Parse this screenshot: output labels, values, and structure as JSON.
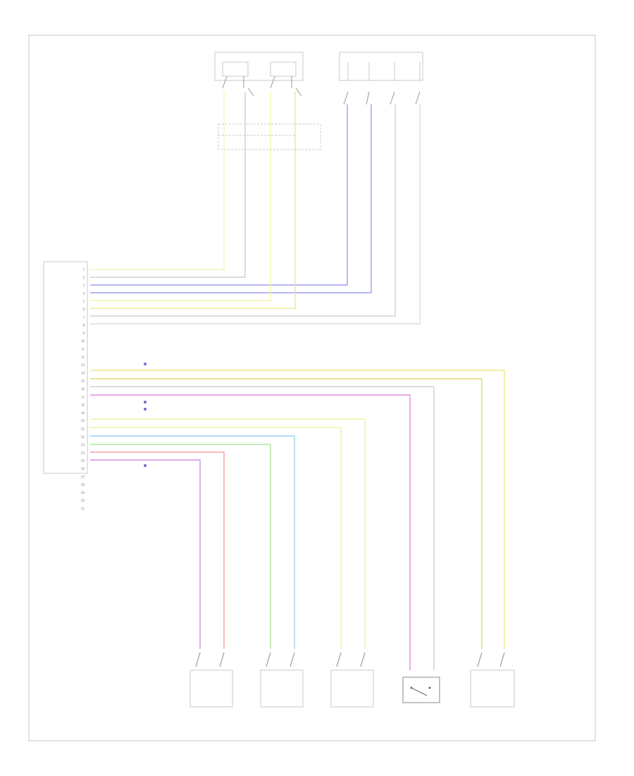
{
  "diagram": {
    "footer_code": "",
    "module_label": [
      "",
      "",
      "",
      "",
      ""
    ],
    "pin_numbers": [
      "1",
      "2",
      "3",
      "4",
      "5",
      "6",
      "7",
      "8",
      "9",
      "10",
      "11",
      "12",
      "13",
      "14",
      "15",
      "16",
      "17",
      "18",
      "19",
      "20",
      "21",
      "22",
      "23",
      "24",
      "25",
      "26",
      "27",
      "28",
      "29",
      "30",
      "31"
    ],
    "pin_wires": [
      {
        "pin": "1",
        "label": "",
        "color": "#c8c8c8"
      },
      {
        "pin": "2",
        "label": "",
        "color": "#c8c8c8"
      },
      {
        "pin": "3",
        "label": "",
        "color": "#8c8cf0"
      },
      {
        "pin": "4",
        "label": "",
        "color": "#8c8cf0"
      },
      {
        "pin": "5",
        "label": "",
        "color": "#f2f29a"
      },
      {
        "pin": "6",
        "label": "",
        "color": "#e6e67a"
      },
      {
        "pin": "7",
        "label": "",
        "color": "#c8c8c8"
      },
      {
        "pin": "8",
        "label": "",
        "color": "#c8c8c8"
      },
      {
        "pin": "16",
        "label": "",
        "color": "#c8c8c8"
      },
      {
        "pin": "17",
        "label": "",
        "color": "#f0ea8a"
      },
      {
        "pin": "18",
        "label": "",
        "color": "#e0d870"
      },
      {
        "pin": "19",
        "label": "",
        "color": "#d0d0d0"
      },
      {
        "pin": "20",
        "label": "",
        "color": "#e28ce0"
      },
      {
        "pin": "21",
        "label": "",
        "color": "#d0d0d0"
      },
      {
        "pin": "22",
        "label": "",
        "color": "#b0e8a0"
      },
      {
        "pin": "23",
        "label": "",
        "color": "#f2f2aa"
      },
      {
        "pin": "24",
        "label": "",
        "color": "#f2f2aa"
      },
      {
        "pin": "25",
        "label": "",
        "color": "#9ad0f0"
      },
      {
        "pin": "26",
        "label": "",
        "color": "#d0d0d0"
      },
      {
        "pin": "27",
        "label": "",
        "color": "#f4a0a0"
      },
      {
        "pin": "28",
        "label": "",
        "color": "#b0b0f0"
      },
      {
        "pin": "29",
        "label": "",
        "color": "#c8c8c8"
      }
    ],
    "ref_notes": [
      "",
      "",
      ""
    ],
    "top_left_component": [
      "",
      ""
    ],
    "top_right_component": [
      "",
      ""
    ],
    "connector_block": [
      "",
      "",
      "",
      ""
    ],
    "bottom_components": [
      {
        "label": [
          "",
          "",
          "",
          "",
          ""
        ]
      },
      {
        "label": [
          "",
          "",
          "",
          "",
          ""
        ]
      },
      {
        "label": [
          "",
          "",
          "",
          ""
        ]
      },
      {
        "label": [
          "",
          "",
          "",
          ""
        ]
      },
      {
        "label": [
          "",
          "",
          "",
          "",
          ""
        ]
      }
    ],
    "wire_colors": {
      "purple": "#e08ce0",
      "red": "#f4a0a0",
      "green": "#b8ecb0",
      "blue": "#a0c8f0",
      "yellow": "#f0f0a0",
      "gray": "#c8c8c8",
      "violet": "#8c8cf0"
    }
  }
}
